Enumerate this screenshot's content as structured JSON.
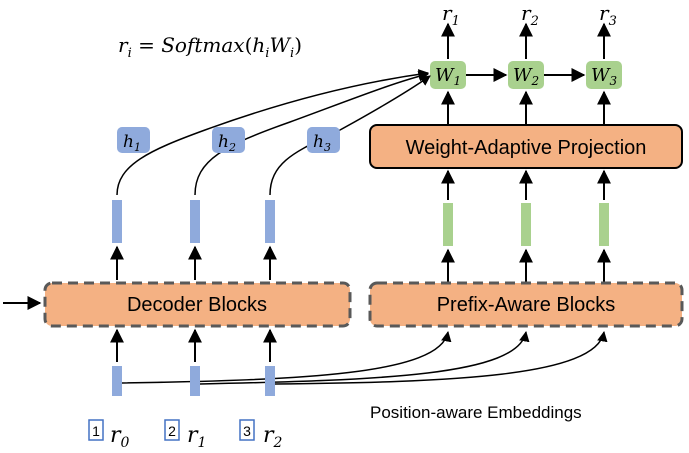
{
  "formula": {
    "lhs": "r",
    "lhs_sub": "i",
    "eq": " = ",
    "func": "Softmax",
    "open": "(",
    "h": "h",
    "h_sub": "i",
    "w": "W",
    "w_sub": "i",
    "close": ")"
  },
  "outputs": [
    {
      "sym": "r",
      "sub": "1"
    },
    {
      "sym": "r",
      "sub": "2"
    },
    {
      "sym": "r",
      "sub": "3"
    }
  ],
  "weights": [
    {
      "sym": "W",
      "sub": "1"
    },
    {
      "sym": "W",
      "sub": "2"
    },
    {
      "sym": "W",
      "sub": "3"
    }
  ],
  "hidden_states": [
    {
      "sym": "h",
      "sub": "1"
    },
    {
      "sym": "h",
      "sub": "2"
    },
    {
      "sym": "h",
      "sub": "3"
    }
  ],
  "blocks": {
    "projection": "Weight-Adaptive Projection",
    "decoder": "Decoder Blocks",
    "prefix": "Prefix-Aware Blocks"
  },
  "embedding_caption": "Position-aware Embeddings",
  "inputs": [
    {
      "pos": "1",
      "sym": "r",
      "sub": "0"
    },
    {
      "pos": "2",
      "sym": "r",
      "sub": "1"
    },
    {
      "pos": "3",
      "sym": "r",
      "sub": "2"
    }
  ],
  "colors": {
    "block_fill": "#F4B183",
    "block_stroke": "#404040",
    "blue": "#8FAADC",
    "green": "#A9D18E",
    "pos_box": "#4472C4",
    "ink": "#000000"
  }
}
